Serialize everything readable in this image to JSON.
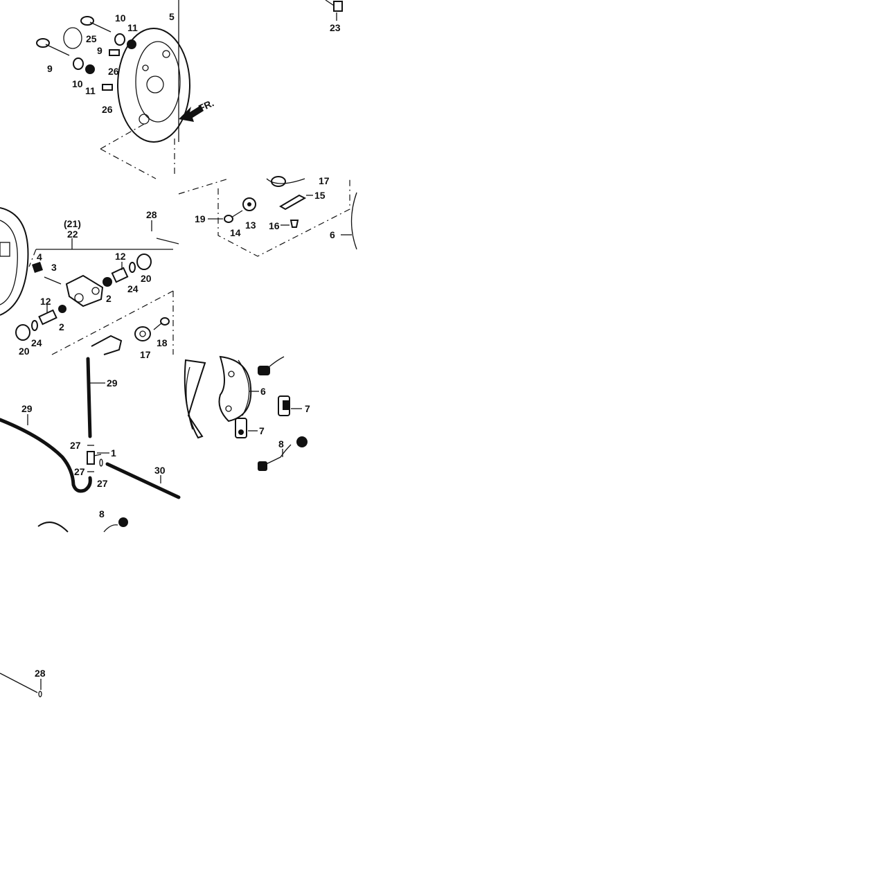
{
  "callouts": {
    "c1": "1",
    "c2a": "2",
    "c2b": "2",
    "c3": "3",
    "c4": "4",
    "c5": "5",
    "c6a": "6",
    "c6b": "6",
    "c7a": "7",
    "c7b": "7",
    "c8a": "8",
    "c8b": "8",
    "c9a": "9",
    "c9b": "9",
    "c10a": "10",
    "c10b": "10",
    "c11a": "11",
    "c11b": "11",
    "c12a": "12",
    "c12b": "12",
    "c13": "13",
    "c14": "14",
    "c15": "15",
    "c16": "16",
    "c17a": "17",
    "c17b": "17",
    "c18": "18",
    "c19": "19",
    "c20a": "20",
    "c20b": "20",
    "c21": "(21)",
    "c22": "22",
    "c23": "23",
    "c24a": "24",
    "c24b": "24",
    "c25": "25",
    "c26a": "26",
    "c26b": "26",
    "c27a": "27",
    "c27b": "27",
    "c27c": "27",
    "c28a": "28",
    "c28b": "28",
    "c29a": "29",
    "c29b": "29",
    "c30": "30"
  },
  "direction_label": "FR."
}
